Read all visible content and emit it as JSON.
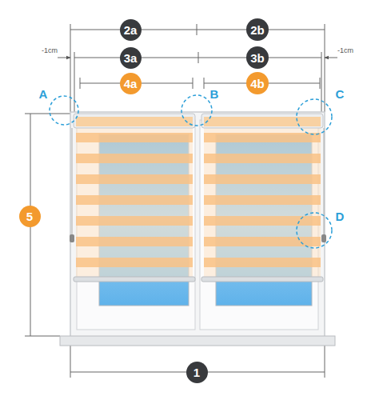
{
  "diagram": {
    "nodes": [
      {
        "text": [
          "2a"
        ]
      },
      {
        "text": [
          "2b"
        ]
      },
      {
        "text": [
          "3a"
        ]
      },
      {
        "text": [
          "3b"
        ]
      },
      {
        "text": [
          "4a"
        ]
      },
      {
        "text": [
          "4b"
        ]
      },
      {
        "text": [
          "5"
        ]
      },
      {
        "text": [
          "1"
        ]
      }
    ],
    "labels": [
      "-1cm",
      "-1cm",
      "A",
      "B",
      "C",
      "D"
    ]
  }
}
